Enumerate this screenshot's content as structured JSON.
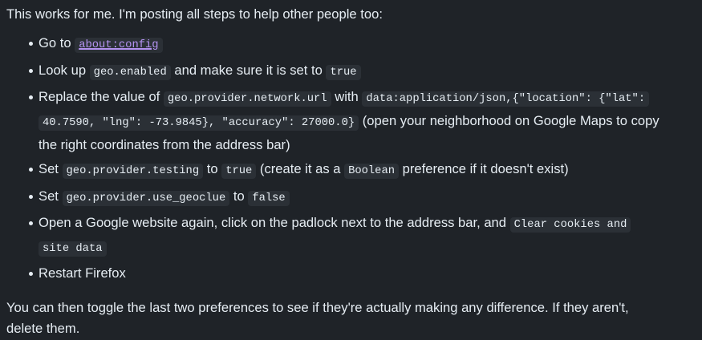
{
  "intro": "This works for me. I'm posting all steps to help other people too:",
  "steps": {
    "s1": {
      "pre": "Go to ",
      "link": "about:config"
    },
    "s2": {
      "pre": "Look up ",
      "code1": "geo.enabled",
      "mid": " and make sure it is set to ",
      "code2": "true"
    },
    "s3": {
      "pre": "Replace the value of ",
      "code1": "geo.provider.network.url",
      "mid": " with ",
      "code2a": "data:application/json,{\"location\": {\"lat\":",
      "code2b": "40.7590, \"lng\": -73.9845}, \"accuracy\": 27000.0}",
      "post1": " (open your neighborhood on Google Maps to copy",
      "post2": "the right coordinates from the address bar)"
    },
    "s4": {
      "pre": "Set ",
      "code1": "geo.provider.testing",
      "mid1": " to ",
      "code2": "true",
      "mid2": " (create it as a ",
      "code3": "Boolean",
      "post": " preference if it doesn't exist)"
    },
    "s5": {
      "pre": "Set ",
      "code1": "geo.provider.use_geoclue",
      "mid": " to ",
      "code2": "false"
    },
    "s6": {
      "pre": "Open a Google website again, click on the padlock next to the address bar, and ",
      "code1a": "Clear cookies and",
      "code1b": "site data"
    },
    "s7": {
      "text": "Restart Firefox"
    }
  },
  "outro": {
    "line1": "You can then toggle the last two preferences to see if they're actually making any difference. If they aren't,",
    "line2": "delete them."
  }
}
